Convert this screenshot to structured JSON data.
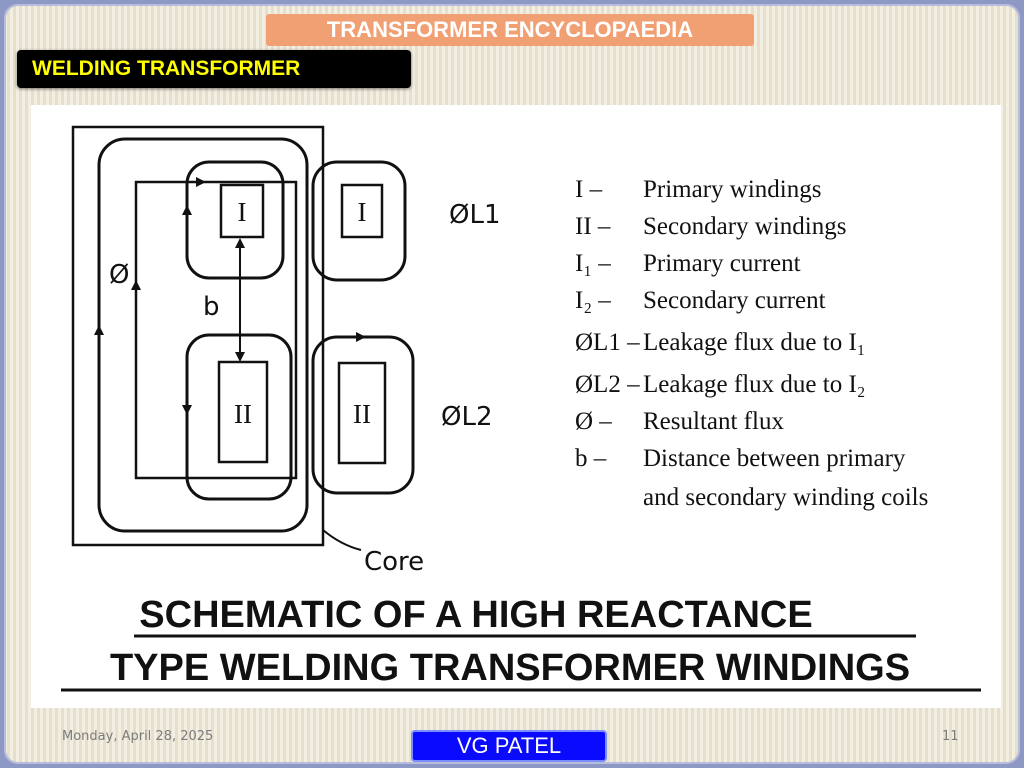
{
  "header": {
    "title": "TRANSFORMER ENCYCLOPAEDIA",
    "section": "WELDING TRANSFORMER"
  },
  "diagram": {
    "coils": {
      "primary_inner": "I",
      "primary_outer": "I",
      "secondary_inner": "II",
      "secondary_outer": "II"
    },
    "labels": {
      "resultant_flux": "Ø",
      "distance": "b",
      "leakage_1": "ØL1",
      "leakage_2": "ØL2",
      "core": "Core"
    },
    "legend": [
      {
        "symbol": "I –",
        "text": "Primary windings"
      },
      {
        "symbol": "II –",
        "text": "Secondary windings"
      },
      {
        "symbol": "I₁ –",
        "text": "Primary current"
      },
      {
        "symbol": "I₂ –",
        "text": "Secondary current"
      },
      {
        "symbol": "ØL1 –",
        "text": "Leakage flux due to I₁"
      },
      {
        "symbol": "ØL2 –",
        "text": "Leakage flux due to I₂"
      },
      {
        "symbol": "Ø –",
        "text": "Resultant flux"
      },
      {
        "symbol": "b –",
        "text": "Distance between primary"
      },
      {
        "symbol": "",
        "text": "and secondary winding coils"
      }
    ],
    "caption": {
      "line1": "SCHEMATIC OF A HIGH REACTANCE",
      "line2": "TYPE WELDING TRANSFORMER WINDINGS"
    }
  },
  "footer": {
    "date": "Monday, April 28, 2025",
    "author": "VG PATEL",
    "page": "11"
  },
  "colors": {
    "title_bg": "#f0a073",
    "section_bg": "#000000",
    "section_text": "#ffff00",
    "author_bg": "#0a0aff"
  }
}
